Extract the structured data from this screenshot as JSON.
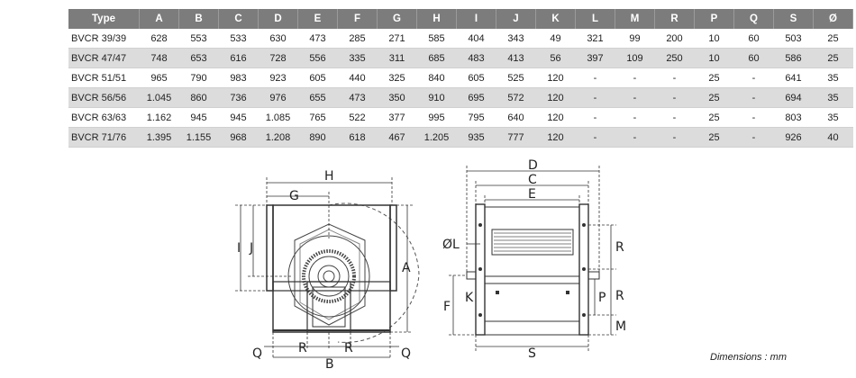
{
  "table": {
    "headers": [
      "Type",
      "A",
      "B",
      "C",
      "D",
      "E",
      "F",
      "G",
      "H",
      "I",
      "J",
      "K",
      "L",
      "M",
      "R",
      "P",
      "Q",
      "S",
      "Ø"
    ],
    "rows": [
      [
        "BVCR 39/39",
        "628",
        "553",
        "533",
        "630",
        "473",
        "285",
        "271",
        "585",
        "404",
        "343",
        "49",
        "321",
        "99",
        "200",
        "10",
        "60",
        "503",
        "25"
      ],
      [
        "BVCR 47/47",
        "748",
        "653",
        "616",
        "728",
        "556",
        "335",
        "311",
        "685",
        "483",
        "413",
        "56",
        "397",
        "109",
        "250",
        "10",
        "60",
        "586",
        "25"
      ],
      [
        "BVCR 51/51",
        "965",
        "790",
        "983",
        "923",
        "605",
        "440",
        "325",
        "840",
        "605",
        "525",
        "120",
        "-",
        "-",
        "-",
        "25",
        "-",
        "641",
        "35"
      ],
      [
        "BVCR 56/56",
        "1.045",
        "860",
        "736",
        "976",
        "655",
        "473",
        "350",
        "910",
        "695",
        "572",
        "120",
        "-",
        "-",
        "-",
        "25",
        "-",
        "694",
        "35"
      ],
      [
        "BVCR 63/63",
        "1.162",
        "945",
        "945",
        "1.085",
        "765",
        "522",
        "377",
        "995",
        "795",
        "640",
        "120",
        "-",
        "-",
        "-",
        "25",
        "-",
        "803",
        "35"
      ],
      [
        "BVCR 71/76",
        "1.395",
        "1.155",
        "968",
        "1.208",
        "890",
        "618",
        "467",
        "1.205",
        "935",
        "777",
        "120",
        "-",
        "-",
        "-",
        "25",
        "-",
        "926",
        "40"
      ]
    ]
  },
  "front_view": {
    "labels": {
      "h": "H",
      "g": "G",
      "i": "I",
      "j": "J",
      "a": "A",
      "q_left": "Q",
      "r_left": "R",
      "r_right": "R",
      "q_right": "Q",
      "b": "B"
    }
  },
  "side_view": {
    "labels": {
      "d": "D",
      "c": "C",
      "e": "E",
      "ol": "ØL",
      "r_top": "R",
      "f": "F",
      "k": "K",
      "r_bottom": "R",
      "p": "P",
      "m": "M",
      "s": "S"
    }
  },
  "note": "Dimensions : mm",
  "colors": {
    "header_bg": "#7c7c7c",
    "row_alt_bg": "#dcdcdc",
    "line": "#333333"
  }
}
